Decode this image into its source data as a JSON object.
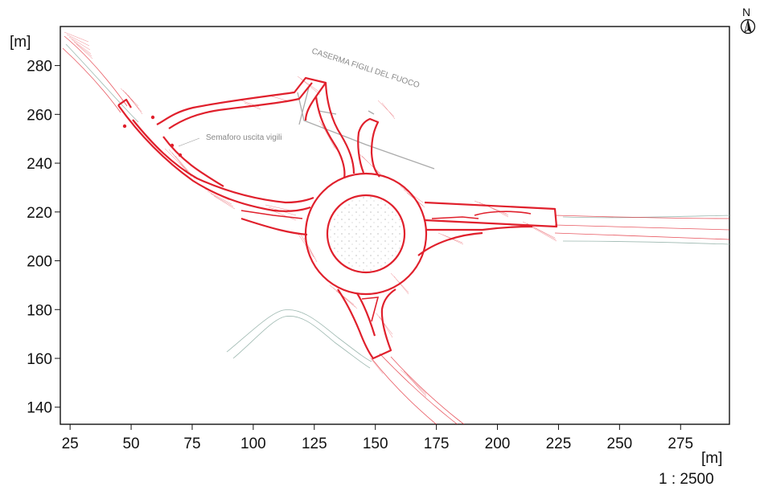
{
  "chart_data": {
    "type": "map",
    "xlabel": "[m]",
    "ylabel": "[m]",
    "xlim": [
      21,
      295
    ],
    "ylim": [
      133,
      296
    ],
    "x_ticks": [
      25,
      50,
      75,
      100,
      125,
      150,
      175,
      200,
      225,
      250,
      275
    ],
    "y_ticks": [
      140,
      160,
      180,
      200,
      220,
      240,
      260,
      280
    ],
    "scale": "1 : 2500",
    "north_label": "N",
    "annotations": [
      {
        "text": "CASERMA FIGILI DEL FUOCO",
        "x": 152,
        "y": 281
      },
      {
        "text": "Semaforo uscita vigili",
        "x": 71,
        "y": 246
      }
    ],
    "roundabout": {
      "center": [
        139,
        209
      ],
      "outer_radius": 21,
      "inner_radius": 15.5
    },
    "colors": {
      "road_outline": "#e0202c",
      "hatch": "#e0202c",
      "existing_edge": "#9db8b0",
      "building": "#aaaaaa"
    }
  }
}
